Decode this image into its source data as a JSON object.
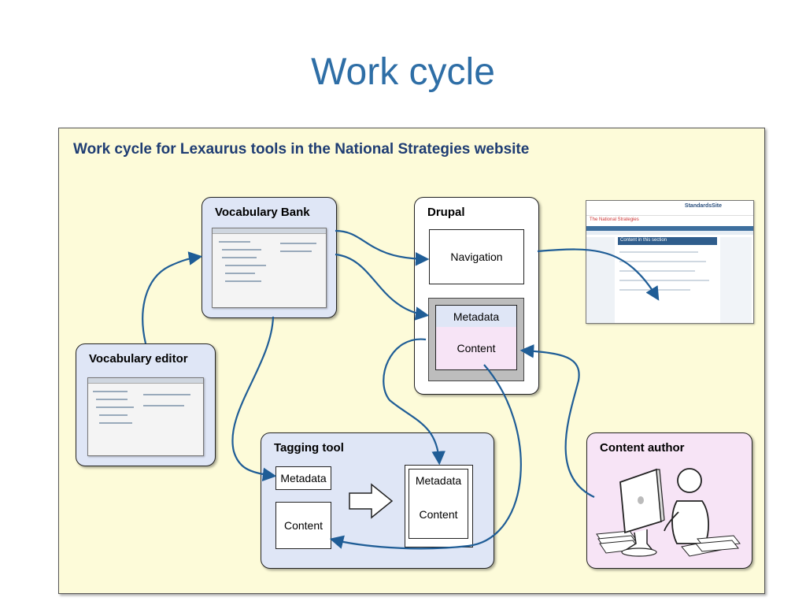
{
  "slide": {
    "title": "Work cycle"
  },
  "diagram": {
    "title": "Work cycle for Lexaurus tools in the National Strategies website",
    "vocabulary_bank": {
      "title": "Vocabulary Bank"
    },
    "vocabulary_editor": {
      "title": "Vocabulary editor"
    },
    "drupal": {
      "title": "Drupal",
      "navigation": "Navigation",
      "metadata": "Metadata",
      "content": "Content"
    },
    "tagging_tool": {
      "title": "Tagging tool",
      "metadata": "Metadata",
      "content": "Content",
      "output_metadata": "Metadata",
      "output_content": "Content"
    },
    "content_author": {
      "title": "Content author"
    },
    "website": {
      "site_name": "The National Strategies",
      "brand": "StandardsSite",
      "section_heading": "Content in this section"
    },
    "colors": {
      "arrow": "#1f5d96",
      "panel_bg": "#fdfbd9",
      "title": "#2e6ea6",
      "blue_node": "#dfe6f6",
      "pink_node": "#f7e4f6"
    }
  }
}
